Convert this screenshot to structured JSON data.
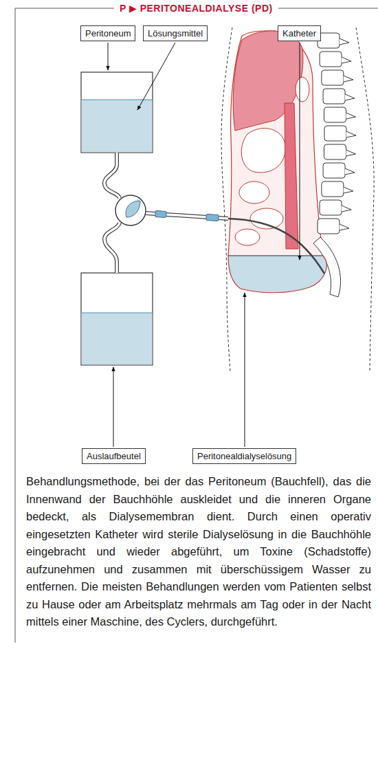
{
  "diagram": {
    "title": "P ▶ PERITONEALDIALYSE (PD)",
    "caption": "Behandlungsmethode, bei der das Peritoneum (Bauchfell), das die Innenwand der Bauchhöhle auskleidet und die inneren Organe bedeckt, als Dialysemembran dient. Durch einen operativ eingesetzten Katheter wird sterile Dialyselösung in die Bauchhöhle eingebracht und wieder abgeführt, um Toxine (Schadstoffe) aufzunehmen und zusammen mit überschüssigem Wasser zu entfernen. Die meisten Behandlungen werden vom Patienten selbst zu Hause oder am Arbeitsplatz mehrmals am Tag oder in der Nacht mittels einer Maschine, des Cyclers, durchgeführt.",
    "nodes": [
      {
        "text": [
          "Peritoneum"
        ]
      },
      {
        "text": [
          "Lösungsmittel"
        ]
      },
      {
        "text": [
          "Katheter"
        ]
      },
      {
        "text": [
          "Auslaufbeutel"
        ]
      },
      {
        "text": [
          "Peritonealdialyselösung"
        ]
      }
    ]
  }
}
